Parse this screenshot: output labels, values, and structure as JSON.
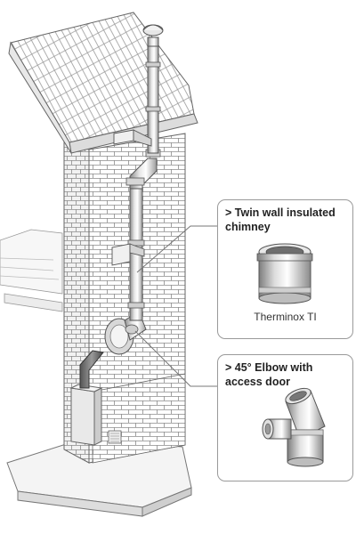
{
  "callouts": [
    {
      "title": "> Twin wall insulated\nchimney",
      "caption": "Therminox TI"
    },
    {
      "title": "> 45° Elbow with\naccess door"
    }
  ]
}
